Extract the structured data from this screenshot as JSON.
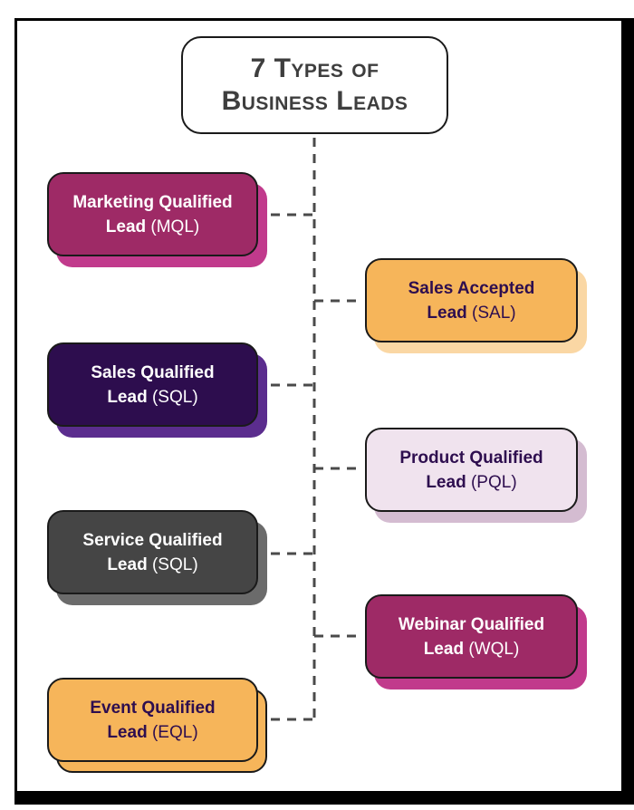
{
  "page": {
    "title_line1": "7 Types of",
    "title_line2": "Business Leads",
    "title_color": "#3E3E3E",
    "background": "#FFFFFF",
    "frame_color": "#000000",
    "connector_color": "#4A4A4A"
  },
  "cards": [
    {
      "name": "Marketing Qualified",
      "lead_word": "Lead",
      "abbr": "(MQL)",
      "fill": "#9E2A66",
      "shadow": "#C13A8C",
      "text_color": "#FFFFFF",
      "border": "#1A1A1A",
      "shadow_outlined": false
    },
    {
      "name": "Sales Accepted",
      "lead_word": "Lead",
      "abbr": "(SAL)",
      "fill": "#F6B55A",
      "shadow": "#FAD7A4",
      "text_color": "#2E0E4F",
      "border": "#1A1A1A",
      "shadow_outlined": false
    },
    {
      "name": "Sales Qualified",
      "lead_word": "Lead",
      "abbr": "(SQL)",
      "fill": "#2D0D4E",
      "shadow": "#5B2D8E",
      "text_color": "#FFFFFF",
      "border": "#1A1A1A",
      "shadow_outlined": false
    },
    {
      "name": "Product Qualified",
      "lead_word": "Lead",
      "abbr": "(PQL)",
      "fill": "#F0E3EE",
      "shadow": "#D4BCD1",
      "text_color": "#2E0E4F",
      "border": "#1A1A1A",
      "shadow_outlined": false
    },
    {
      "name": "Service Qualified",
      "lead_word": "Lead",
      "abbr": "(SQL)",
      "fill": "#454545",
      "shadow": "#6B6B6B",
      "text_color": "#FFFFFF",
      "border": "#1A1A1A",
      "shadow_outlined": false
    },
    {
      "name": "Webinar Qualified",
      "lead_word": "Lead",
      "abbr": "(WQL)",
      "fill": "#9E2A66",
      "shadow": "#C13A8C",
      "text_color": "#FFFFFF",
      "border": "#1A1A1A",
      "shadow_outlined": false
    },
    {
      "name": "Event Qualified",
      "lead_word": "Lead",
      "abbr": "(EQL)",
      "fill": "#F6B55A",
      "shadow": "#F6B55A",
      "text_color": "#2E0E4F",
      "border": "#1A1A1A",
      "shadow_outlined": true
    }
  ]
}
